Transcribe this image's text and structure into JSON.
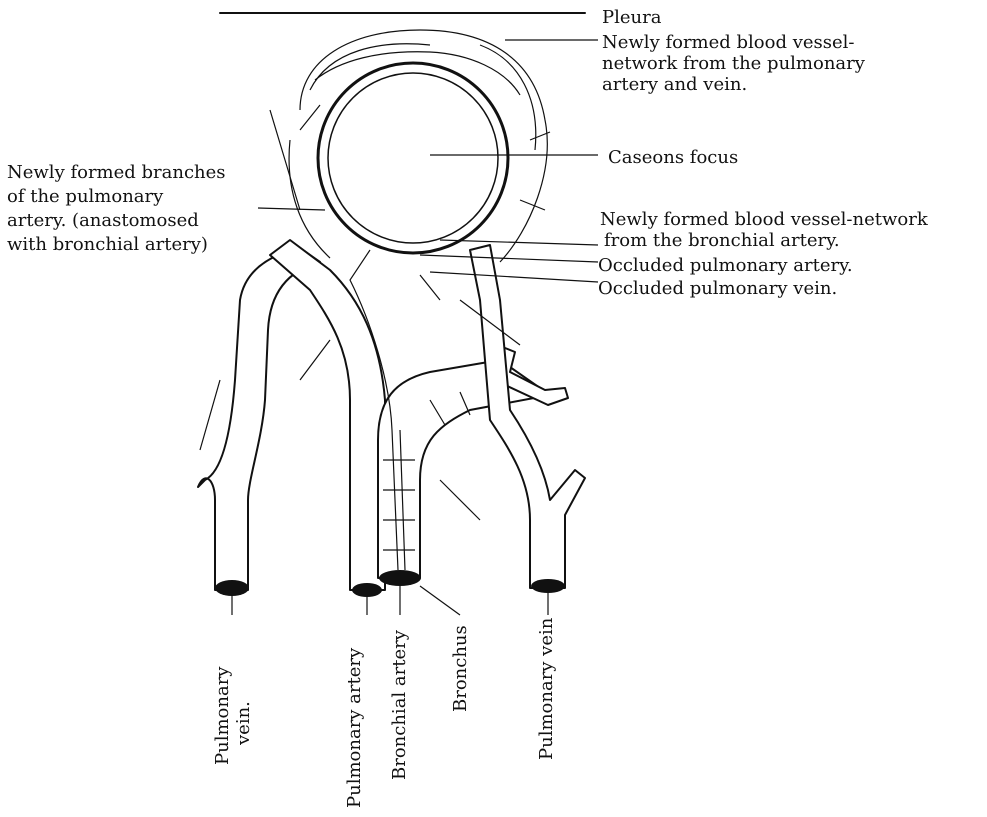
{
  "diagram": {
    "labels_right": {
      "pleura": "Pleura",
      "new_network_pulmonary": [
        "Newly formed blood vessel-",
        "network from the pulmonary",
        "artery and vein."
      ],
      "caseous_focus": "Caseons focus",
      "new_network_bronchial": [
        "Newly formed blood vessel-network",
        "from the bronchial artery."
      ],
      "occluded_artery": "Occluded pulmonary artery.",
      "occluded_vein": "Occluded pulmonary vein."
    },
    "labels_left": {
      "new_branches": [
        "Newly formed branches",
        "of the pulmonary",
        "artery. (anastomosed",
        "with bronchial artery)"
      ]
    },
    "labels_bottom": {
      "pulmonary_vein_left": [
        "Pulmonary",
        "vein."
      ],
      "pulmonary_artery": "Pulmonary artery",
      "bronchial_artery": "Bronchial artery",
      "bronchus": "Bronchus",
      "pulmonary_vein_right": "Pulmonary vein"
    }
  }
}
